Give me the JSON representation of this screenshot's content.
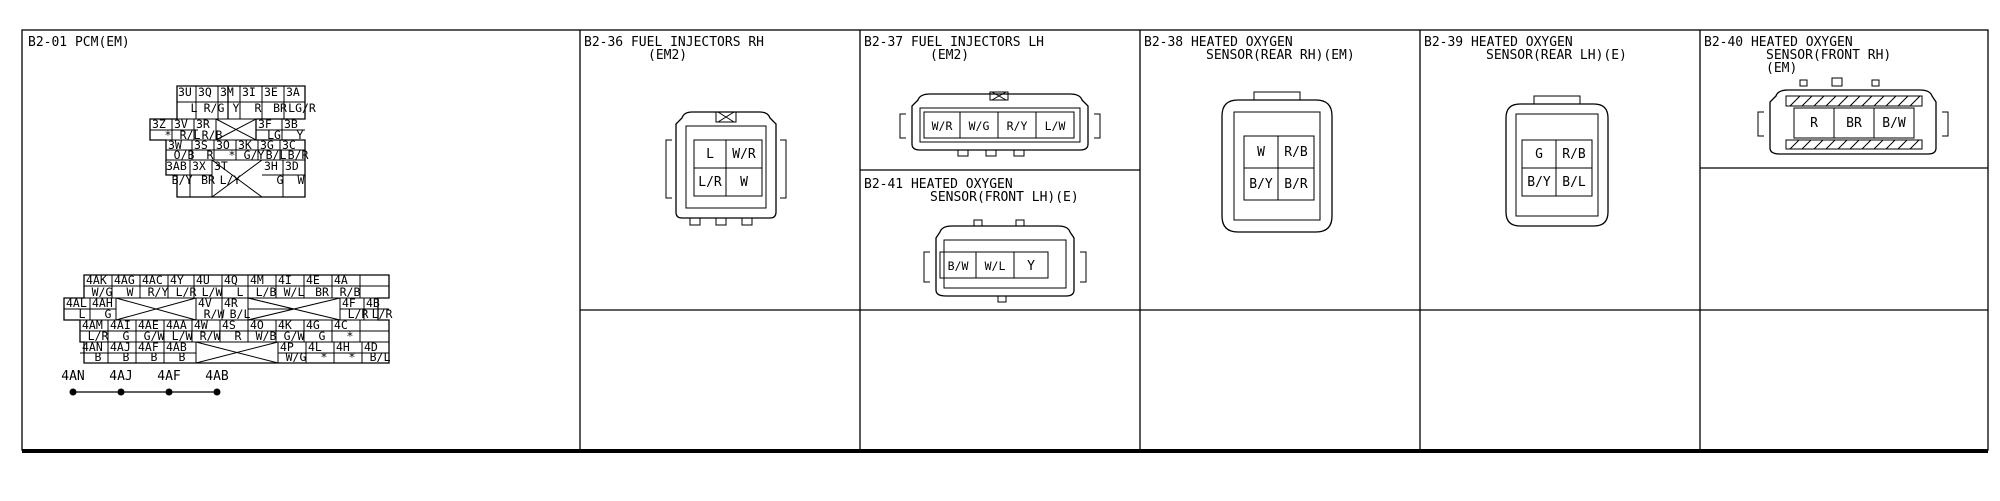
{
  "sheet_border_color": "#000000",
  "sections": {
    "pcm": {
      "title": "B2-01 PCM(EM)"
    },
    "b236": {
      "title_1": "B2-36 FUEL INJECTORS RH",
      "title_2": "(EM2)"
    },
    "b237": {
      "title_1": "B2-37 FUEL INJECTORS LH",
      "title_2": "(EM2)"
    },
    "b238": {
      "title_1": "B2-38 HEATED OXYGEN",
      "title_2": "SENSOR(REAR RH)(EM)"
    },
    "b239": {
      "title_1": "B2-39 HEATED OXYGEN",
      "title_2": "SENSOR(REAR LH)(E)"
    },
    "b240": {
      "title_1": "B2-40 HEATED OXYGEN",
      "title_2": "SENSOR(FRONT RH)",
      "title_3": "(EM)"
    },
    "b241": {
      "title_1": "B2-41 HEATED OXYGEN",
      "title_2": "SENSOR(FRONT LH)(E)"
    }
  },
  "pcm_connector_3": [
    [
      "3U",
      "L"
    ],
    [
      "3Q",
      "R/G"
    ],
    [
      "3M",
      "Y"
    ],
    [
      "3I",
      "R"
    ],
    [
      "3E",
      "BR"
    ],
    [
      "3A",
      "LG/R"
    ],
    [
      "3Z",
      "*"
    ],
    [
      "3V",
      "R/L"
    ],
    [
      "3R",
      "R/B"
    ],
    [
      "3F",
      "LG"
    ],
    [
      "3B",
      "Y"
    ],
    [
      "3W",
      "O/B"
    ],
    [
      "3S",
      "R"
    ],
    [
      "3O",
      "*"
    ],
    [
      "3K",
      "G/Y"
    ],
    [
      "3G",
      "B/L"
    ],
    [
      "3C",
      "B/R"
    ],
    [
      "3AB",
      "B/Y"
    ],
    [
      "3X",
      "BR"
    ],
    [
      "3T",
      "L/Y"
    ],
    [
      "3H",
      "G"
    ],
    [
      "3D",
      "W"
    ]
  ],
  "pcm_connector_4": [
    [
      "4AK",
      "W/G"
    ],
    [
      "4AG",
      "W"
    ],
    [
      "4AC",
      "R/Y"
    ],
    [
      "4Y",
      "L/R"
    ],
    [
      "4U",
      "L/W"
    ],
    [
      "4Q",
      "L"
    ],
    [
      "4M",
      "L/B"
    ],
    [
      "4I",
      "W/L"
    ],
    [
      "4E",
      "BR"
    ],
    [
      "4A",
      "R/B"
    ],
    [
      "4AL",
      "L"
    ],
    [
      "4AH",
      "G"
    ],
    [
      "4V",
      "R/W"
    ],
    [
      "4R",
      "B/L"
    ],
    [
      "4F",
      "L/R"
    ],
    [
      "4B",
      "L/R"
    ],
    [
      "4AM",
      "L/R"
    ],
    [
      "4AI",
      "G"
    ],
    [
      "4AE",
      "G/W"
    ],
    [
      "4AA",
      "L/W"
    ],
    [
      "4W",
      "R/W"
    ],
    [
      "4S",
      "R"
    ],
    [
      "4O",
      "W/B"
    ],
    [
      "4K",
      "G/W"
    ],
    [
      "4G",
      "G"
    ],
    [
      "4C",
      "*"
    ],
    [
      "4AN",
      "B"
    ],
    [
      "4AJ",
      "B"
    ],
    [
      "4AF",
      "B"
    ],
    [
      "4AB",
      "B"
    ],
    [
      "4P",
      "W/G"
    ],
    [
      "4L",
      "*"
    ],
    [
      "4H",
      "*"
    ],
    [
      "4D",
      "B/L"
    ]
  ],
  "ground_joint": [
    "4AN",
    "4AJ",
    "4AF",
    "4AB"
  ],
  "b236_pins": [
    "L",
    "W/R",
    "L/R",
    "W"
  ],
  "b237_pins": [
    "W/R",
    "W/G",
    "R/Y",
    "L/W"
  ],
  "b238_pins": [
    "W",
    "R/B",
    "B/Y",
    "B/R"
  ],
  "b239_pins": [
    "G",
    "R/B",
    "B/Y",
    "B/L"
  ],
  "b240_pins": [
    "R",
    "BR",
    "B/W"
  ],
  "b241_pins": [
    "B/W",
    "W/L",
    "Y"
  ]
}
